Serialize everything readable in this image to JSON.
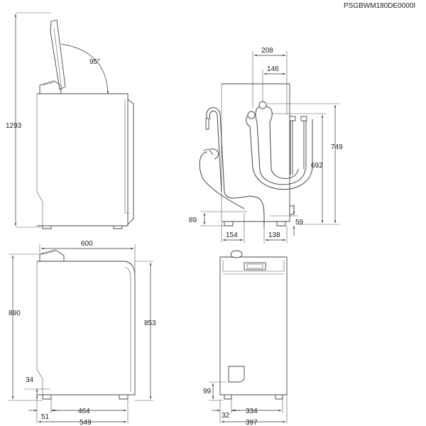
{
  "model_code": "PSGBWM180DE0000I",
  "side_open": {
    "height": "1293",
    "angle": "95°"
  },
  "back_view": {
    "width_outer": "208",
    "width_inner": "146",
    "height_max": "749",
    "height_inner": "692",
    "hose_height": "89",
    "offset_left": "154",
    "offset_right": "138",
    "bottom_height": "59"
  },
  "side_view": {
    "depth_top": "600",
    "height_total": "890",
    "height_body": "853",
    "foot_height": "34",
    "foot_offset": "51",
    "depth_mid": "464",
    "depth_total": "549"
  },
  "front_view": {
    "foot_height": "99",
    "foot_offset": "32",
    "width_inner": "334",
    "width_total": "397"
  }
}
